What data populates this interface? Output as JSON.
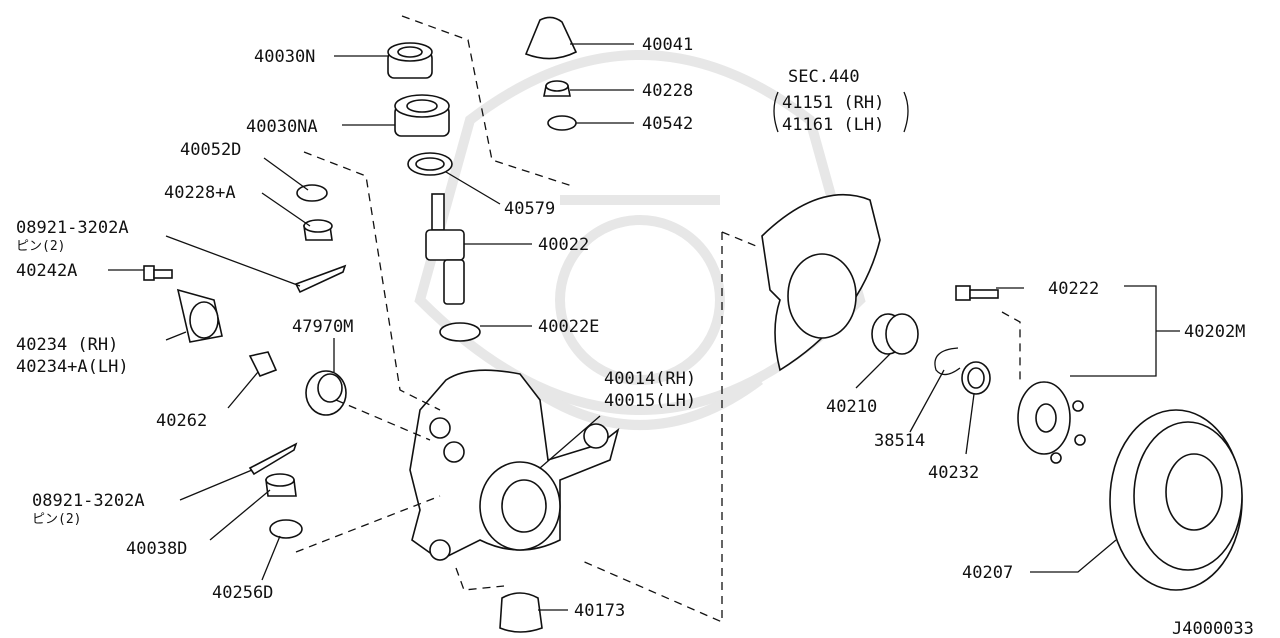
{
  "figure_id": "J4000033",
  "sec_ref": {
    "title": "SEC.440",
    "rh": "41151 (RH)",
    "lh": "41161 (LH)"
  },
  "labels": {
    "p40030N": "40030N",
    "p40030NA": "40030NA",
    "p40052D": "40052D",
    "p40228A": "40228+A",
    "p08921_top": "08921-3202A",
    "pin_top": "ピン(2)",
    "p40242A": "40242A",
    "p40234": "40234    (RH)",
    "p40234A": "40234+A(LH)",
    "p40262": "40262",
    "p47970M": "47970M",
    "p08921_bottom": "08921-3202A",
    "pin_bottom": "ピン(2)",
    "p40038D": "40038D",
    "p40256D": "40256D",
    "p40041": "40041",
    "p40228": "40228",
    "p40542": "40542",
    "p40579": "40579",
    "p40022": "40022",
    "p40022E": "40022E",
    "p40014": "40014(RH)",
    "p40015": "40015(LH)",
    "p40173": "40173",
    "p40210": "40210",
    "p38514": "38514",
    "p40232": "40232",
    "p40222": "40222",
    "p40202M": "40202M",
    "p40207": "40207"
  }
}
